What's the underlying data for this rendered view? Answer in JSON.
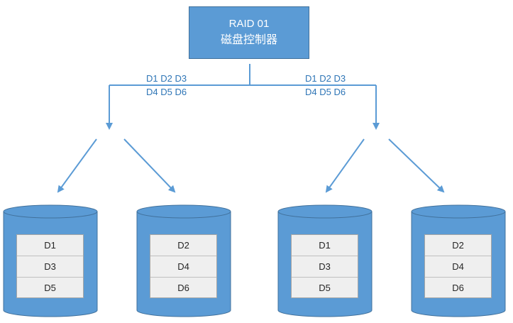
{
  "controller": {
    "line1": "RAID 01",
    "line2": "磁盘控制器"
  },
  "left_group": {
    "line1": "D1 D2 D3",
    "line2": "D4 D5 D6"
  },
  "right_group": {
    "line1": "D1 D2 D3",
    "line2": "D4 D5 D6"
  },
  "disks": [
    {
      "rows": [
        "D1",
        "D3",
        "D5"
      ]
    },
    {
      "rows": [
        "D2",
        "D4",
        "D6"
      ]
    },
    {
      "rows": [
        "D1",
        "D3",
        "D5"
      ]
    },
    {
      "rows": [
        "D2",
        "D4",
        "D6"
      ]
    }
  ],
  "colors": {
    "box": "#5b9bd5",
    "border": "#41719c",
    "text": "#2e75b6",
    "arrow": "#5b9bd5"
  }
}
